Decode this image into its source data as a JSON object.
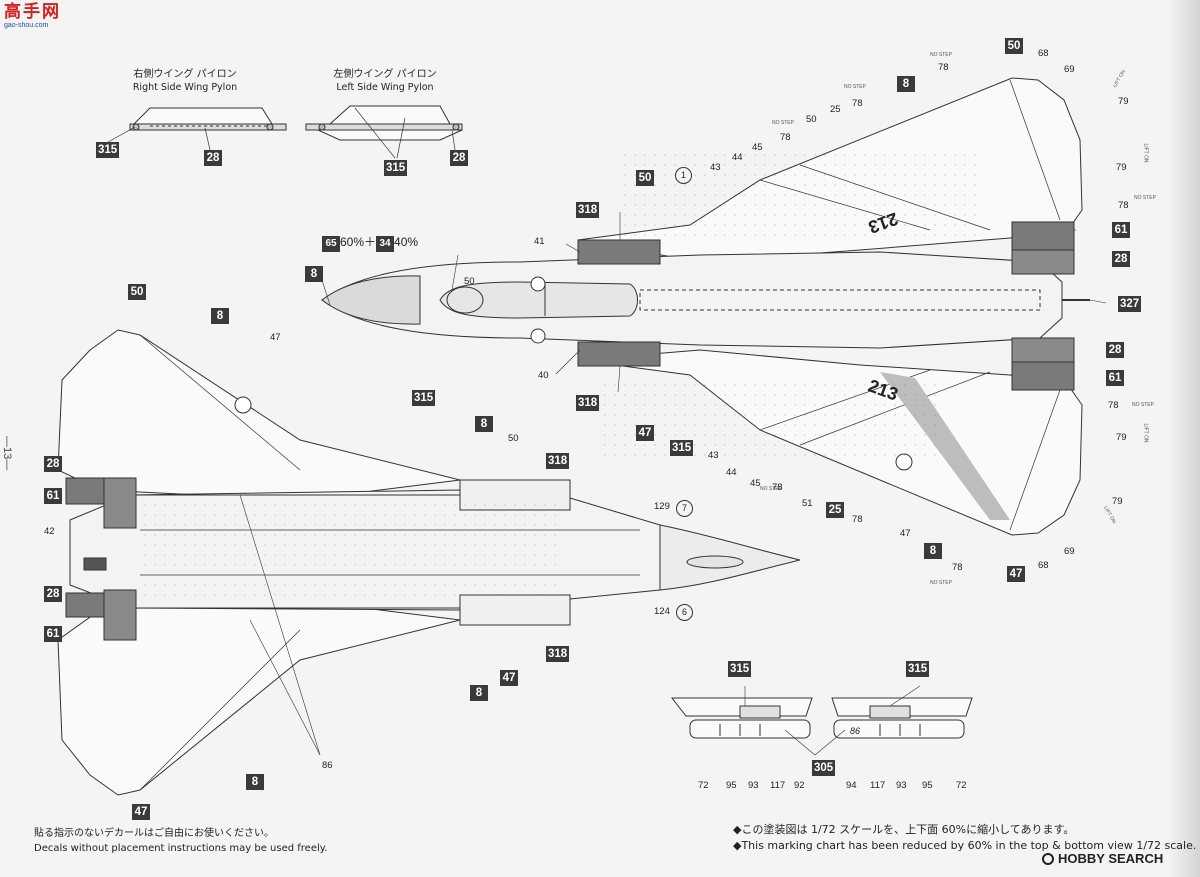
{
  "watermark_top": {
    "chars": "高手网",
    "domain": "gao-shou.com"
  },
  "page_number": "—13—",
  "pylons": {
    "right": {
      "title_jp": "右側ウイング パイロン",
      "title_en": "Right Side Wing Pylon"
    },
    "left": {
      "title_jp": "左側ウイング パイロン",
      "title_en": "Left Side Wing Pylon"
    }
  },
  "mix": {
    "a": "65",
    "a_pct": "60%",
    "plus": "＋",
    "b": "34",
    "b_pct": "40%"
  },
  "modex": "213",
  "no_step": "NO STEP",
  "lift_on": "LIFT ON",
  "gun_panel": "86",
  "labels": {
    "l315": "315",
    "l28": "28",
    "l318": "318",
    "l50": "50",
    "l8": "8",
    "l61": "61",
    "l327": "327",
    "l47": "47",
    "l305": "305",
    "l68": "68",
    "l69": "69",
    "l78": "78",
    "l79": "79",
    "l25": "25",
    "l45": "45",
    "l44": "44",
    "l43": "43",
    "l41": "41",
    "l40": "40",
    "l51": "51",
    "l42": "42",
    "l86": "86",
    "l129": "129",
    "l124": "124",
    "l72": "72",
    "l95": "95",
    "l93": "93",
    "l117": "117",
    "l92": "92",
    "l94": "94",
    "c1": "1",
    "c7": "7",
    "c6": "6"
  },
  "footer": {
    "left_jp": "貼る指示のないデカールはご自由にお使いください。",
    "left_en": "Decals without placement instructions may be used freely.",
    "right_jp": "◆この塗装図は 1/72 スケールを、上下面 60%に縮小してあります。",
    "right_en": "◆This marking chart has been reduced by 60% in the top & bottom view 1/72 scale.",
    "logo": "HOBBY SEARCH"
  },
  "colors": {
    "badge": "#3a3a3a",
    "dark_panel": "#7a7a7a",
    "line": "#333333",
    "watermark_red": "#d02020",
    "watermark_blue": "#2050a0"
  }
}
